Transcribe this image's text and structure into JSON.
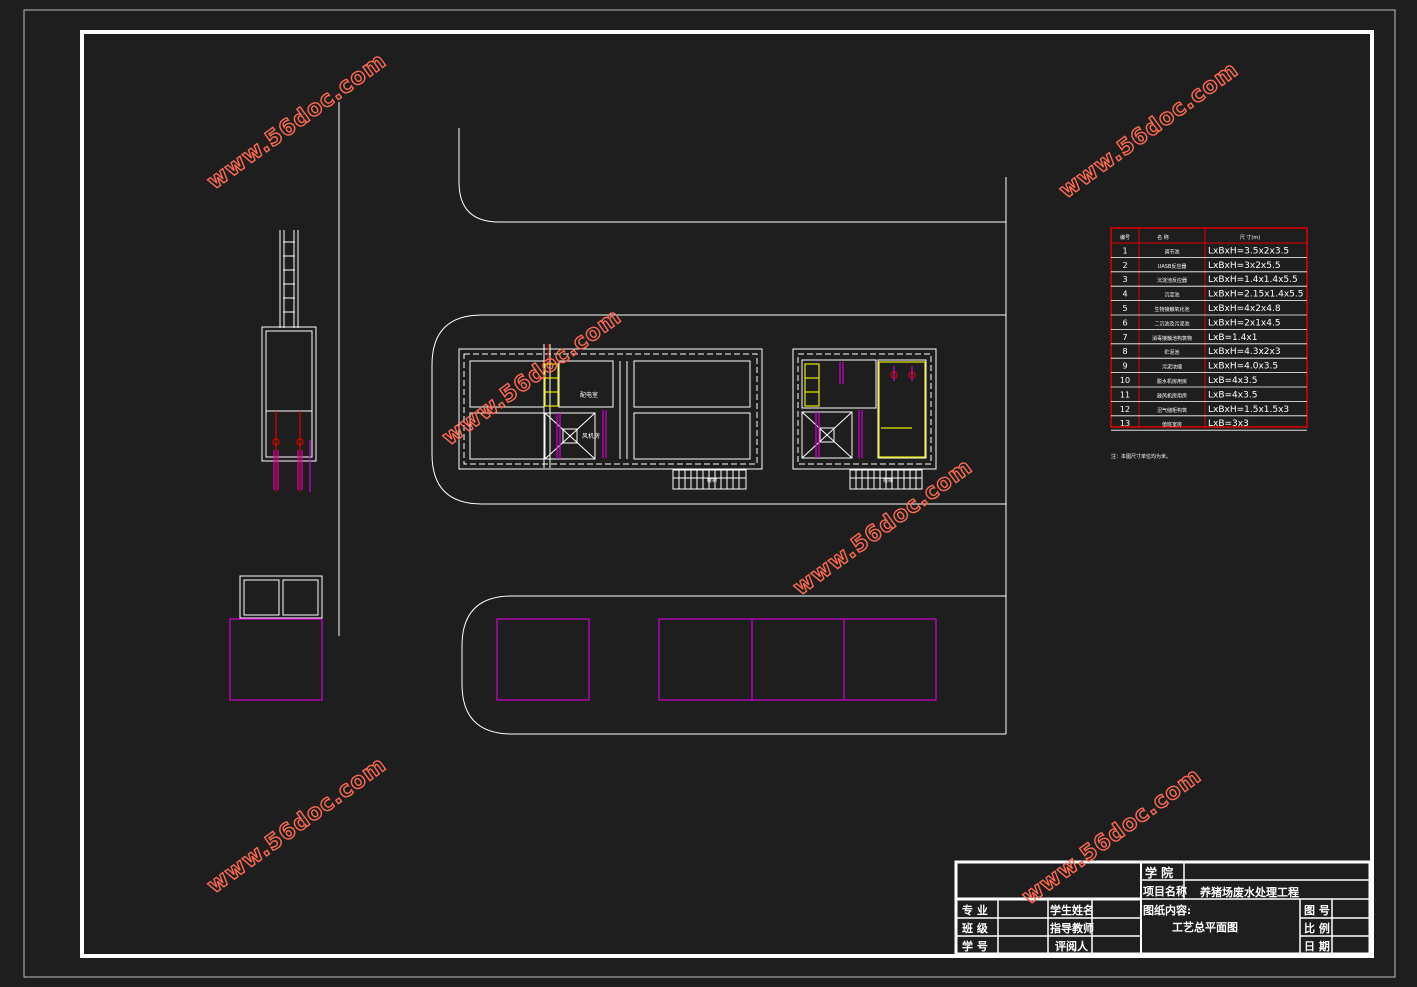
{
  "watermark": "www.56doc.com",
  "colors": {
    "background": "#1e1e1e",
    "line": "#ffffff",
    "equipment": "#d000d0",
    "yellow": "#e8e800",
    "red": "#e00000",
    "watermark": "#ff6a50"
  },
  "plan_labels": {
    "room_a": "配电室",
    "room_b": "风机房",
    "stair_a": "楼梯",
    "stair_b": "楼梯"
  },
  "equipment_table": {
    "headers": [
      "编号",
      "名 称",
      "尺 寸(m)"
    ],
    "rows": [
      {
        "no": "1",
        "name": "调节池",
        "size": "LxBxH=3.5x2x3.5"
      },
      {
        "no": "2",
        "name": "UASB反应器",
        "size": "LxBxH=3x2x5.5"
      },
      {
        "no": "3",
        "name": "沉淀池反应器",
        "size": "LxBxH=1.4x1.4x5.5"
      },
      {
        "no": "4",
        "name": "沉淀池",
        "size": "LxBxH=2.15x1.4x5.5"
      },
      {
        "no": "5",
        "name": "生物接触氧化池",
        "size": "LxBxH=4x2x4.8"
      },
      {
        "no": "6",
        "name": "二沉池及污泥池",
        "size": "LxBxH=2x1x4.5"
      },
      {
        "no": "7",
        "name": "消毒接触池构筑物",
        "size": "LxB=1.4x1"
      },
      {
        "no": "8",
        "name": "贮泥池",
        "size": "LxBxH=4.3x2x3"
      },
      {
        "no": "9",
        "name": "污泥浓缩",
        "size": "LxBxH=4.0x3.5"
      },
      {
        "no": "10",
        "name": "脱水机房用房",
        "size": "LxB=4x3.5"
      },
      {
        "no": "11",
        "name": "鼓风机房用房",
        "size": "LxB=4x3.5"
      },
      {
        "no": "12",
        "name": "沼气储柜构筑",
        "size": "LxBxH=1.5x1.5x3"
      },
      {
        "no": "13",
        "name": "值班室房",
        "size": "LxB=3x3"
      }
    ]
  },
  "note": "注：本图尺寸单位均为米。",
  "title_block": {
    "college_label": "学    院",
    "project_label": "项目名称",
    "project_value": "养猪场废水处理工程",
    "content_label": "图纸内容:",
    "content_value": "工艺总平面图",
    "major_label": "专    业",
    "class_label": "班    级",
    "id_label": "学    号",
    "student_label": "学生姓名",
    "teacher_label": "指导教师",
    "reviewer_label": "评阅人",
    "drawing_no_label": "图 号",
    "scale_label": "比 例",
    "date_label": "日 期"
  }
}
